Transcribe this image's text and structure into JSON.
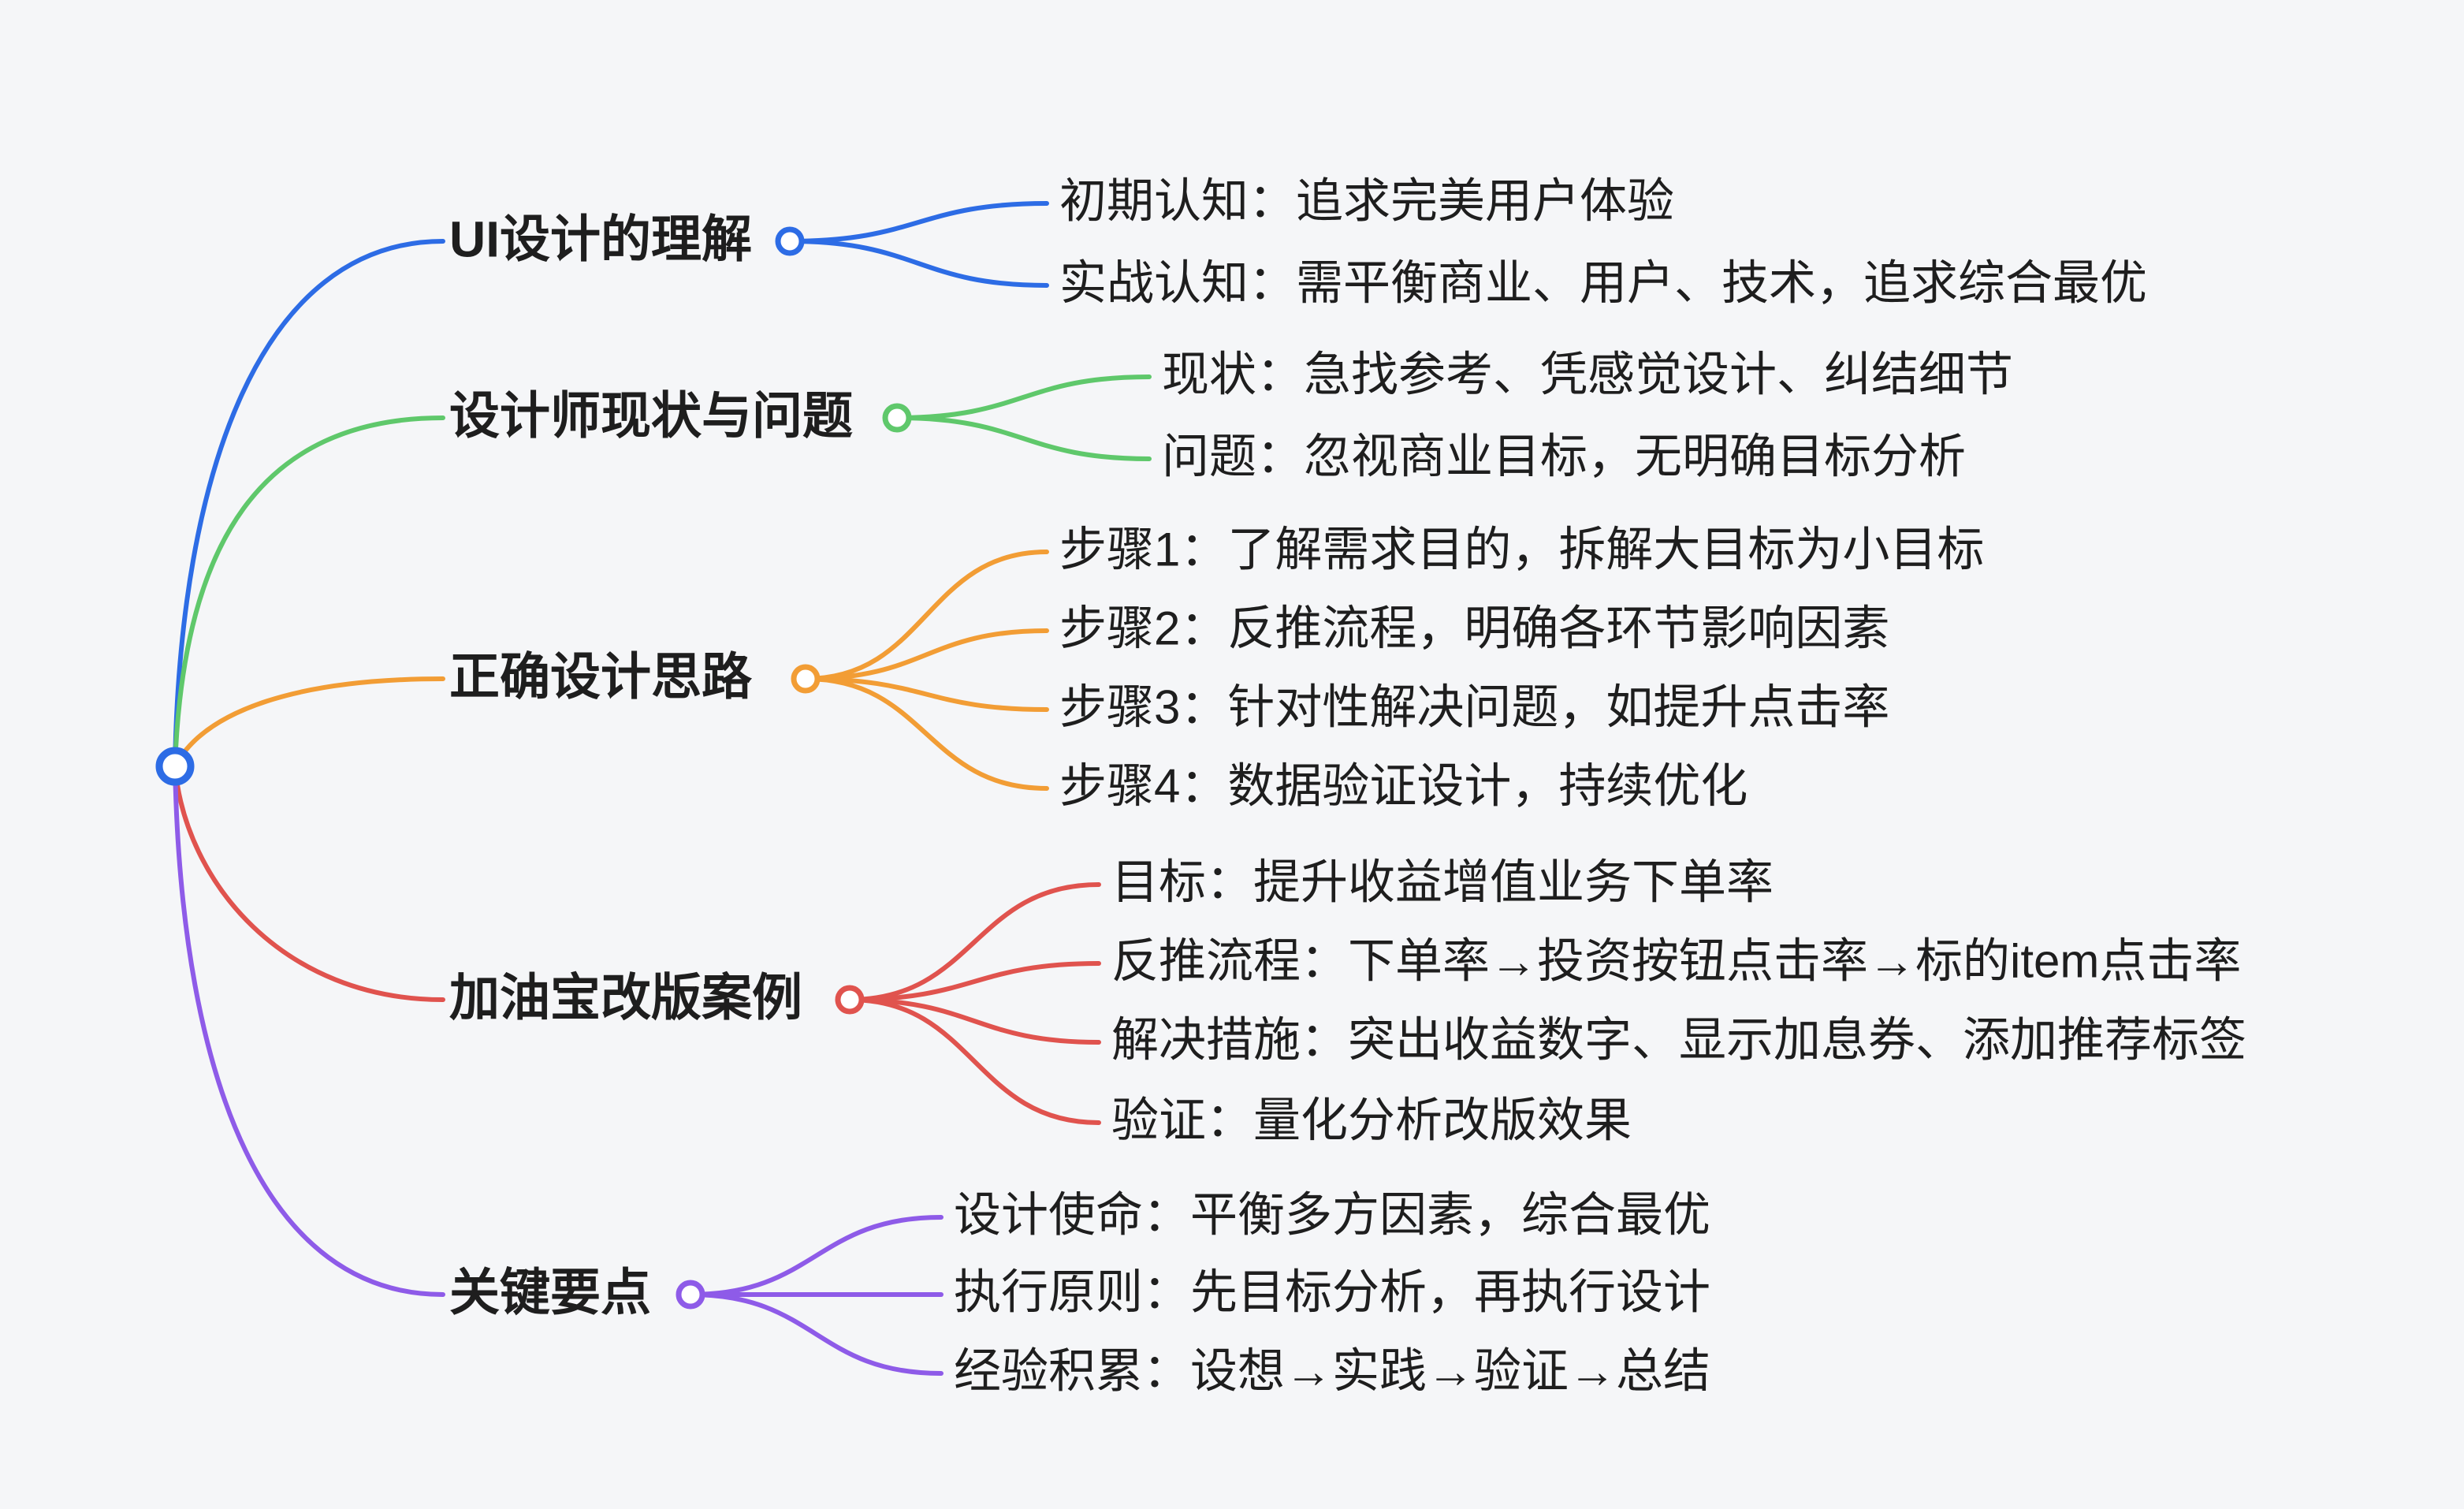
{
  "canvas": {
    "background": "#F5F6F8",
    "text_color": "#1E1E1E"
  },
  "root": {
    "color": "#2D6CE5"
  },
  "branches": [
    {
      "label": "UI设计的理解",
      "color": "#2D6CE5",
      "children": [
        "初期认知：追求完美用户体验",
        "实战认知：需平衡商业、用户、技术，追求综合最优"
      ]
    },
    {
      "label": "设计师现状与问题",
      "color": "#5FC86B",
      "children": [
        "现状：急找参考、凭感觉设计、纠结细节",
        "问题：忽视商业目标，无明确目标分析"
      ]
    },
    {
      "label": "正确设计思路",
      "color": "#F29D35",
      "children": [
        "步骤1：了解需求目的，拆解大目标为小目标",
        "步骤2：反推流程，明确各环节影响因素",
        "步骤3：针对性解决问题，如提升点击率",
        "步骤4：数据验证设计，持续优化"
      ]
    },
    {
      "label": "加油宝改版案例",
      "color": "#E0534E",
      "children": [
        "目标：提升收益增值业务下单率",
        "反推流程：下单率→投资按钮点击率→标的item点击率",
        "解决措施：突出收益数字、显示加息券、添加推荐标签",
        "验证：量化分析改版效果"
      ]
    },
    {
      "label": "关键要点",
      "color": "#8E5BE8",
      "children": [
        "设计使命：平衡多方因素，综合最优",
        "执行原则：先目标分析，再执行设计",
        "经验积累：设想→实践→验证→总结"
      ]
    }
  ]
}
